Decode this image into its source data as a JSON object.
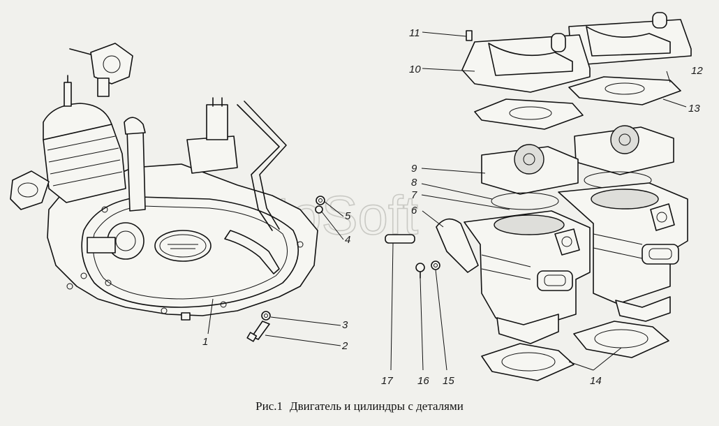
{
  "watermark": "AutoSoft",
  "caption": {
    "number": "Рис.1",
    "text": "Двигатель и цилиндры с деталями"
  },
  "callouts": [
    "1",
    "2",
    "3",
    "4",
    "5",
    "6",
    "7",
    "8",
    "9",
    "10",
    "11",
    "12",
    "13",
    "14",
    "15",
    "16",
    "17"
  ]
}
